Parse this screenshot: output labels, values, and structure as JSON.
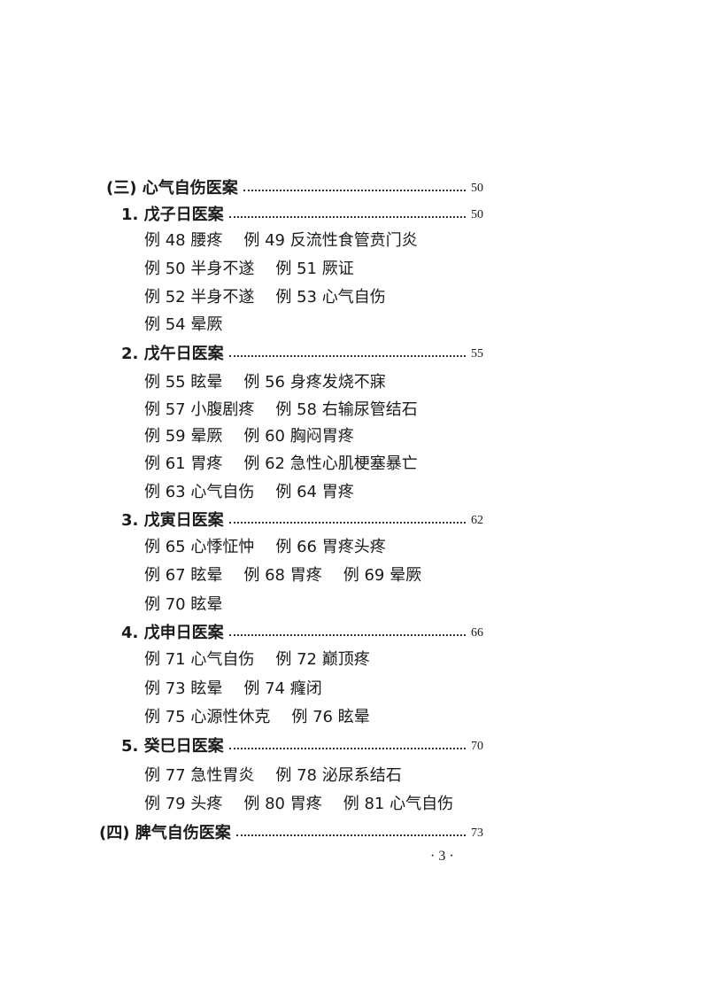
{
  "sections": [
    {
      "label": "(三) 心气自伤医案",
      "page": "50"
    },
    {
      "label": "1. 戊子日医案",
      "page": "50"
    },
    {
      "label": "2. 戊午日医案",
      "page": "55"
    },
    {
      "label": "3. 戊寅日医案",
      "page": "62"
    },
    {
      "label": "4. 戊申日医案",
      "page": "66"
    },
    {
      "label": "5. 癸巳日医案",
      "page": "70"
    },
    {
      "label": "(四) 脾气自伤医案",
      "page": "73"
    }
  ],
  "examples": [
    [
      "例 48 腰疼",
      "例 49 反流性食管贲门炎"
    ],
    [
      "例 50 半身不遂",
      "例 51 厥证"
    ],
    [
      "例 52 半身不遂",
      "例 53 心气自伤"
    ],
    [
      "例 54 晕厥"
    ],
    [
      "例 55 眩晕",
      "例 56 身疼发烧不寐"
    ],
    [
      "例 57 小腹剧疼",
      "例 58 右输尿管结石"
    ],
    [
      "例 59 晕厥",
      "例 60 胸闷胃疼"
    ],
    [
      "例 61 胃疼",
      "例 62 急性心肌梗塞暴亡"
    ],
    [
      "例 63 心气自伤",
      "例 64 胃疼"
    ],
    [
      "例 65 心悸怔忡",
      "例 66 胃疼头疼"
    ],
    [
      "例 67 眩晕",
      "例 68 胃疼",
      "例 69 晕厥"
    ],
    [
      "例 70 眩晕"
    ],
    [
      "例 71 心气自伤",
      "例 72 巅顶疼"
    ],
    [
      "例 73 眩晕",
      "例 74 癃闭"
    ],
    [
      "例 75 心源性休克",
      "例 76 眩晕"
    ],
    [
      "例 77 急性胃炎",
      "例 78 泌尿系结石"
    ],
    [
      "例 79 头疼",
      "例 80 胃疼",
      "例 81 心气自伤"
    ]
  ],
  "page_number": "· 3 ·"
}
